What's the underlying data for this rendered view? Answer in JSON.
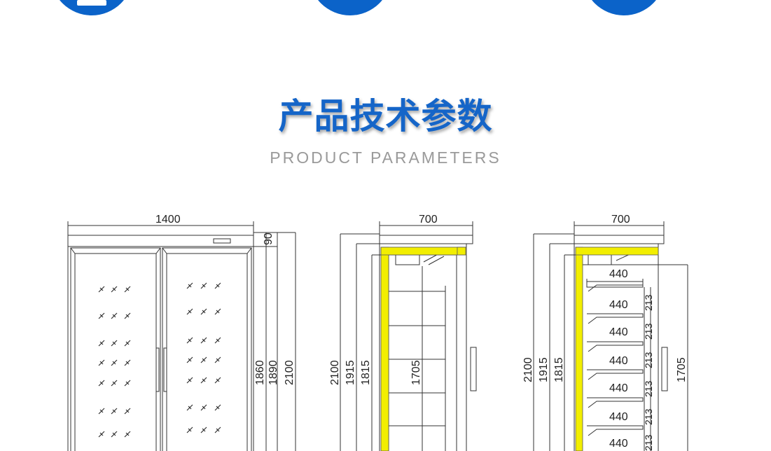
{
  "header": {
    "title": "产品技术参数",
    "subtitle": "PRODUCT PARAMETERS"
  },
  "colors": {
    "accent_blue": "#0b63c9",
    "title_blue": "#1565c8",
    "insulation_yellow": "#f2ee00",
    "line": "#333333"
  },
  "front_view": {
    "width": "1400",
    "top_height": "90",
    "h1": "1860",
    "h2": "1890",
    "h3": "2100"
  },
  "side_view_a": {
    "width": "700",
    "h1": "2100",
    "h2": "1915",
    "h3": "1815",
    "inner": "1705"
  },
  "side_view_b": {
    "width": "700",
    "h1": "2100",
    "h2": "1915",
    "h3": "1815",
    "right": "1705",
    "shelf_depths": [
      "440",
      "440",
      "440",
      "440",
      "440",
      "440",
      "440"
    ],
    "shelf_gaps": [
      "213",
      "213",
      "213",
      "213",
      "213",
      "213"
    ]
  }
}
